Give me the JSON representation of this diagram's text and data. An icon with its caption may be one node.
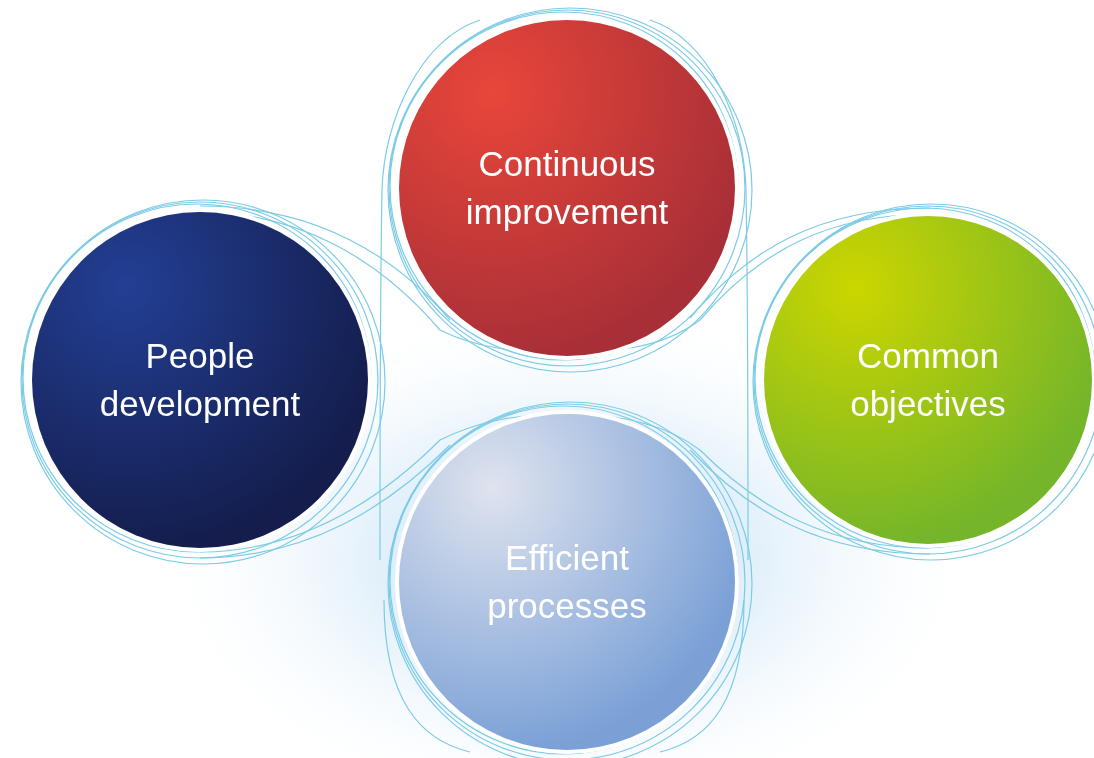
{
  "diagram": {
    "nodes": [
      {
        "text": [
          "Continuous improvement"
        ]
      },
      {
        "text": [
          "People development"
        ]
      },
      {
        "text": [
          "Common objectives"
        ]
      },
      {
        "text": [
          "Efficient processes"
        ]
      }
    ]
  }
}
